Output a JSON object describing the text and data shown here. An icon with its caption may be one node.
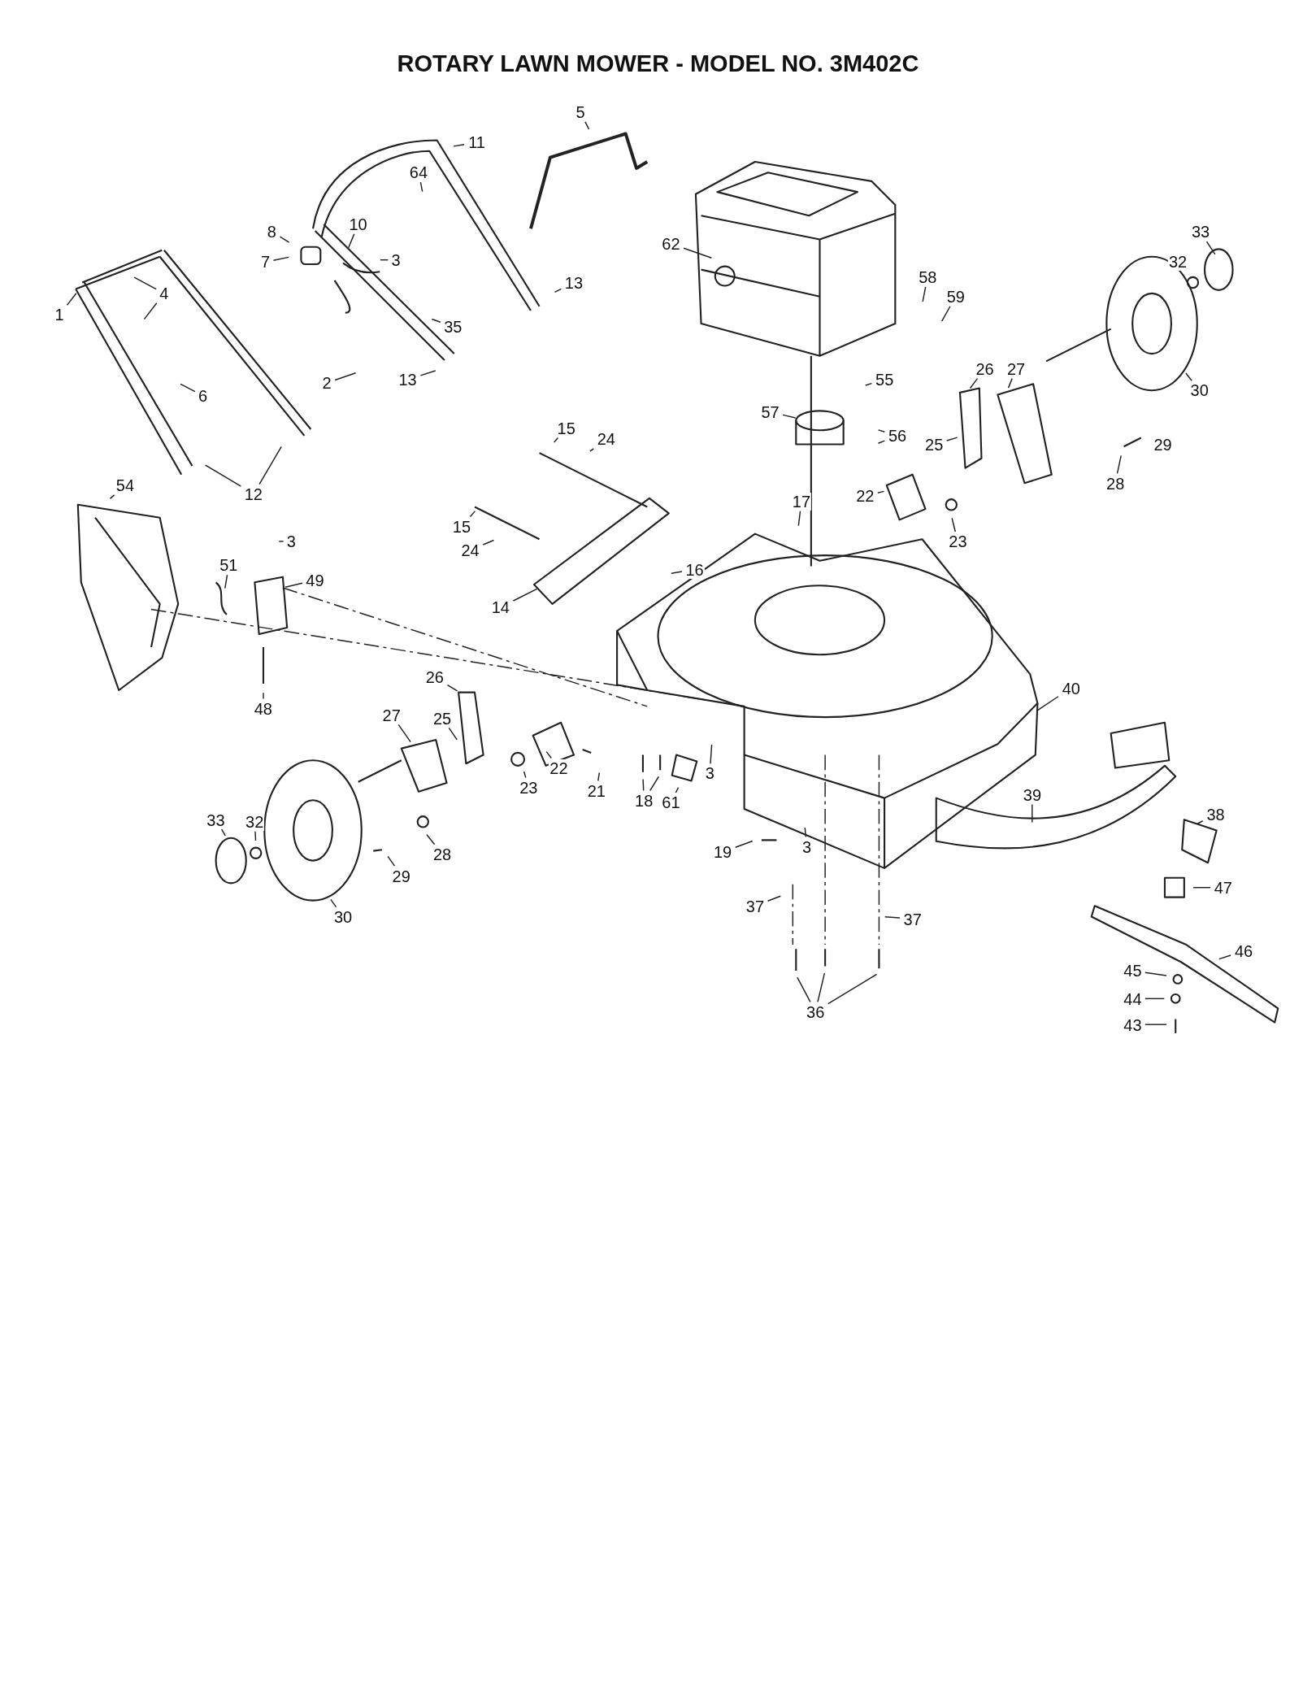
{
  "diagram": {
    "title": "ROTARY LAWN MOWER - MODEL NO. 3M402C",
    "nodes": [
      {
        "text": [
          "1"
        ]
      },
      {
        "text": [
          "4"
        ]
      },
      {
        "text": [
          "7"
        ]
      },
      {
        "text": [
          "8"
        ]
      },
      {
        "text": [
          "10"
        ]
      },
      {
        "text": [
          "3"
        ]
      },
      {
        "text": [
          "11"
        ]
      },
      {
        "text": [
          "64"
        ]
      },
      {
        "text": [
          "5"
        ]
      },
      {
        "text": [
          "13"
        ]
      },
      {
        "text": [
          "62"
        ]
      },
      {
        "text": [
          "58"
        ]
      },
      {
        "text": [
          "59"
        ]
      },
      {
        "text": [
          "33"
        ]
      },
      {
        "text": [
          "32"
        ]
      },
      {
        "text": [
          "30"
        ]
      },
      {
        "text": [
          "35"
        ]
      },
      {
        "text": [
          "2"
        ]
      },
      {
        "text": [
          "13"
        ]
      },
      {
        "text": [
          "6"
        ]
      },
      {
        "text": [
          "12"
        ]
      },
      {
        "text": [
          "55"
        ]
      },
      {
        "text": [
          "57"
        ]
      },
      {
        "text": [
          "56"
        ]
      },
      {
        "text": [
          "26"
        ]
      },
      {
        "text": [
          "27"
        ]
      },
      {
        "text": [
          "25"
        ]
      },
      {
        "text": [
          "28"
        ]
      },
      {
        "text": [
          "29"
        ]
      },
      {
        "text": [
          "15"
        ]
      },
      {
        "text": [
          "24"
        ]
      },
      {
        "text": [
          "22"
        ]
      },
      {
        "text": [
          "23"
        ]
      },
      {
        "text": [
          "17"
        ]
      },
      {
        "text": [
          "15"
        ]
      },
      {
        "text": [
          "24"
        ]
      },
      {
        "text": [
          "16"
        ]
      },
      {
        "text": [
          "14"
        ]
      },
      {
        "text": [
          "54"
        ]
      },
      {
        "text": [
          "51"
        ]
      },
      {
        "text": [
          "3"
        ]
      },
      {
        "text": [
          "49"
        ]
      },
      {
        "text": [
          "48"
        ]
      },
      {
        "text": [
          "26"
        ]
      },
      {
        "text": [
          "27"
        ]
      },
      {
        "text": [
          "25"
        ]
      },
      {
        "text": [
          "22"
        ]
      },
      {
        "text": [
          "23"
        ]
      },
      {
        "text": [
          "21"
        ]
      },
      {
        "text": [
          "18"
        ]
      },
      {
        "text": [
          "3"
        ]
      },
      {
        "text": [
          "61"
        ]
      },
      {
        "text": [
          "40"
        ]
      },
      {
        "text": [
          "33"
        ]
      },
      {
        "text": [
          "32"
        ]
      },
      {
        "text": [
          "29"
        ]
      },
      {
        "text": [
          "28"
        ]
      },
      {
        "text": [
          "30"
        ]
      },
      {
        "text": [
          "19"
        ]
      },
      {
        "text": [
          "3"
        ]
      },
      {
        "text": [
          "39"
        ]
      },
      {
        "text": [
          "38"
        ]
      },
      {
        "text": [
          "47"
        ]
      },
      {
        "text": [
          "37"
        ]
      },
      {
        "text": [
          "37"
        ]
      },
      {
        "text": [
          "46"
        ]
      },
      {
        "text": [
          "36"
        ]
      },
      {
        "text": [
          "45"
        ]
      },
      {
        "text": [
          "44"
        ]
      },
      {
        "text": [
          "43"
        ]
      }
    ],
    "edges": [
      {
        "from": 0,
        "to": null,
        "arrow": "none"
      },
      {
        "from": 1,
        "to": null,
        "arrow": "none"
      },
      {
        "from": 1,
        "to": null,
        "arrow": "none"
      },
      {
        "from": 2,
        "to": null,
        "arrow": "none"
      },
      {
        "from": 3,
        "to": null,
        "arrow": "none"
      },
      {
        "from": 4,
        "to": null,
        "arrow": "none"
      },
      {
        "from": 5,
        "to": null,
        "arrow": "none"
      },
      {
        "from": 6,
        "to": null,
        "arrow": "none"
      },
      {
        "from": 7,
        "to": null,
        "arrow": "none"
      },
      {
        "from": 8,
        "to": null,
        "arrow": "none"
      },
      {
        "from": 9,
        "to": null,
        "arrow": "none"
      },
      {
        "from": 10,
        "to": null,
        "arrow": "none"
      },
      {
        "from": 11,
        "to": null,
        "arrow": "none"
      },
      {
        "from": 12,
        "to": null,
        "arrow": "none"
      },
      {
        "from": 13,
        "to": null,
        "arrow": "none"
      },
      {
        "from": 14,
        "to": null,
        "arrow": "none"
      },
      {
        "from": 15,
        "to": null,
        "arrow": "none"
      },
      {
        "from": 16,
        "to": null,
        "arrow": "none"
      },
      {
        "from": 17,
        "to": null,
        "arrow": "none"
      },
      {
        "from": 18,
        "to": null,
        "arrow": "none"
      },
      {
        "from": 19,
        "to": null,
        "arrow": "none"
      },
      {
        "from": 20,
        "to": null,
        "arrow": "none"
      },
      {
        "from": 20,
        "to": null,
        "arrow": "none"
      },
      {
        "from": 21,
        "to": null,
        "arrow": "none"
      },
      {
        "from": 22,
        "to": null,
        "arrow": "none"
      },
      {
        "from": 23,
        "to": null,
        "arrow": "none"
      },
      {
        "from": 23,
        "to": null,
        "arrow": "none"
      },
      {
        "from": 24,
        "to": null,
        "arrow": "none"
      },
      {
        "from": 25,
        "to": null,
        "arrow": "none"
      },
      {
        "from": 26,
        "to": null,
        "arrow": "none"
      },
      {
        "from": 27,
        "to": null,
        "arrow": "none"
      },
      {
        "from": 28,
        "to": null,
        "arrow": "none"
      },
      {
        "from": 29,
        "to": null,
        "arrow": "none"
      },
      {
        "from": 30,
        "to": null,
        "arrow": "none"
      },
      {
        "from": 31,
        "to": null,
        "arrow": "none"
      },
      {
        "from": 32,
        "to": null,
        "arrow": "none"
      },
      {
        "from": 33,
        "to": null,
        "arrow": "none"
      },
      {
        "from": 34,
        "to": null,
        "arrow": "none"
      },
      {
        "from": 35,
        "to": null,
        "arrow": "none"
      },
      {
        "from": 36,
        "to": null,
        "arrow": "none"
      },
      {
        "from": 37,
        "to": null,
        "arrow": "none"
      },
      {
        "from": 38,
        "to": null,
        "arrow": "none"
      },
      {
        "from": 39,
        "to": null,
        "arrow": "none"
      },
      {
        "from": 40,
        "to": null,
        "arrow": "none"
      },
      {
        "from": 41,
        "to": null,
        "arrow": "none"
      },
      {
        "from": 42,
        "to": null,
        "arrow": "none"
      },
      {
        "from": 43,
        "to": null,
        "arrow": "none"
      },
      {
        "from": 44,
        "to": null,
        "arrow": "none"
      },
      {
        "from": 45,
        "to": null,
        "arrow": "none"
      },
      {
        "from": 46,
        "to": null,
        "arrow": "none"
      },
      {
        "from": 47,
        "to": null,
        "arrow": "none"
      },
      {
        "from": 48,
        "to": null,
        "arrow": "none"
      },
      {
        "from": 49,
        "to": null,
        "arrow": "none"
      },
      {
        "from": 49,
        "to": null,
        "arrow": "none"
      },
      {
        "from": 50,
        "to": null,
        "arrow": "none"
      },
      {
        "from": 51,
        "to": null,
        "arrow": "none"
      },
      {
        "from": 52,
        "to": null,
        "arrow": "none"
      },
      {
        "from": 53,
        "to": null,
        "arrow": "none"
      },
      {
        "from": 54,
        "to": null,
        "arrow": "none"
      },
      {
        "from": 55,
        "to": null,
        "arrow": "none"
      },
      {
        "from": 56,
        "to": null,
        "arrow": "none"
      },
      {
        "from": 57,
        "to": null,
        "arrow": "none"
      },
      {
        "from": 58,
        "to": null,
        "arrow": "none"
      },
      {
        "from": 59,
        "to": null,
        "arrow": "none"
      },
      {
        "from": 60,
        "to": null,
        "arrow": "none"
      },
      {
        "from": 61,
        "to": null,
        "arrow": "none"
      },
      {
        "from": 62,
        "to": null,
        "arrow": "none"
      },
      {
        "from": 63,
        "to": null,
        "arrow": "none"
      },
      {
        "from": 64,
        "to": null,
        "arrow": "none"
      },
      {
        "from": 65,
        "to": null,
        "arrow": "none"
      },
      {
        "from": 66,
        "to": null,
        "arrow": "none"
      },
      {
        "from": 66,
        "to": null,
        "arrow": "none"
      },
      {
        "from": 66,
        "to": null,
        "arrow": "none"
      },
      {
        "from": 67,
        "to": null,
        "arrow": "none"
      },
      {
        "from": 68,
        "to": null,
        "arrow": "none"
      },
      {
        "from": 69,
        "to": null,
        "arrow": "none"
      }
    ]
  }
}
